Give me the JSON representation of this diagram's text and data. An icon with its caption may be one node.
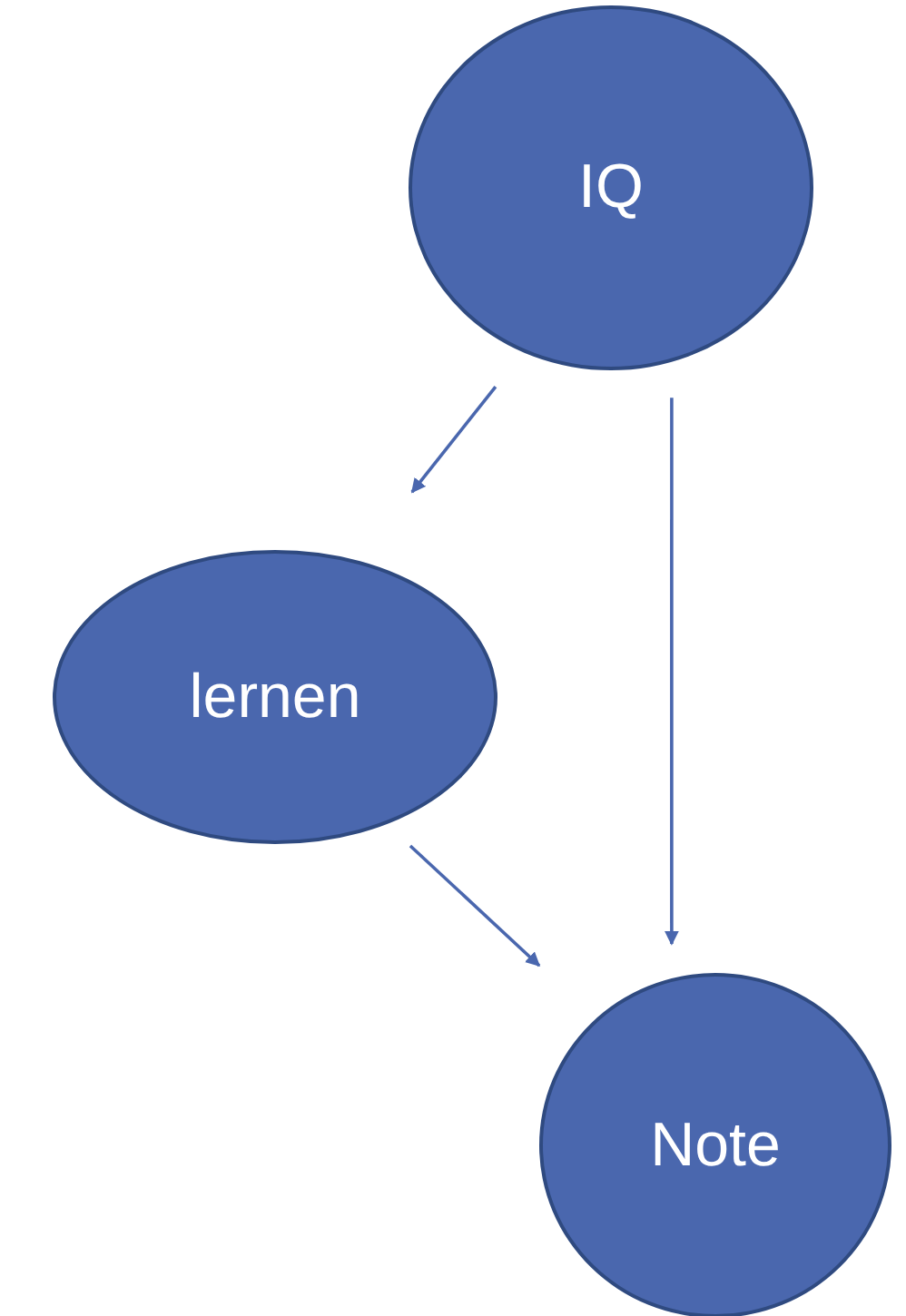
{
  "diagram": {
    "nodes": [
      {
        "text": [
          "IQ"
        ]
      },
      {
        "text": [
          "lernen"
        ]
      },
      {
        "text": [
          "Note"
        ]
      }
    ],
    "edges": [
      {
        "from": 0,
        "to": 1,
        "arrow": "to"
      },
      {
        "from": 0,
        "to": 2,
        "arrow": "to"
      },
      {
        "from": 1,
        "to": 2,
        "arrow": "to"
      }
    ]
  }
}
